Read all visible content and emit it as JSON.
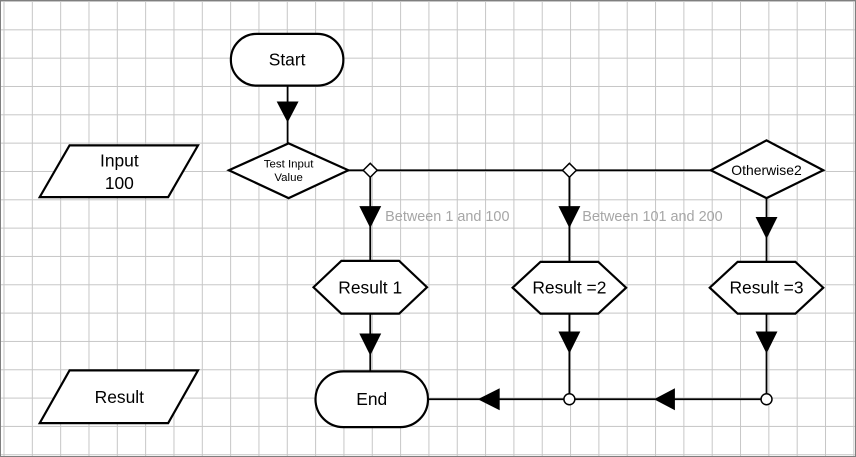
{
  "theme": {
    "background": "#ffffff",
    "grid_line": "#c6c6c6",
    "canvas_border": "#7f7f7f",
    "shape_stroke": "#000000",
    "shape_fill": "#ffffff",
    "label_ink": "#000000",
    "label_muted": "#a6a6a6"
  },
  "icons": {
    "arrowhead": "filled-black-triangle",
    "branch_junction": "open-diamond",
    "merge_junction": "open-circle"
  },
  "nodes": {
    "start": {
      "label": "Start",
      "type": "terminator"
    },
    "decision": {
      "label_line1": "Test Input",
      "label_line2": "Value",
      "type": "decision"
    },
    "input": {
      "label_line1": "Input",
      "label_line2": "100",
      "type": "parallelogram"
    },
    "otherwise": {
      "label": "Otherwise2",
      "type": "decision"
    },
    "result1": {
      "label": "Result 1",
      "type": "hexagon"
    },
    "result2": {
      "label": "Result =2",
      "type": "hexagon"
    },
    "result3": {
      "label": "Result =3",
      "type": "hexagon"
    },
    "end": {
      "label": "End",
      "type": "terminator"
    },
    "output": {
      "label": "Result",
      "type": "parallelogram"
    }
  },
  "branch_labels": {
    "branch1": "Between 1 and 100",
    "branch2": "Between 101 and 200"
  }
}
